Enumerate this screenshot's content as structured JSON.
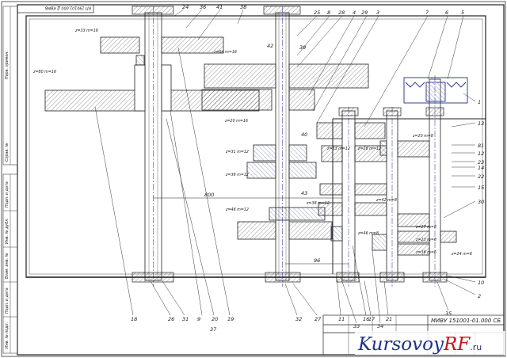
{
  "drawing": {
    "corner_stamp": "КП 190101.000 Д КВМБ",
    "title_block_code": "МИВУ 151001-01.000 СБ",
    "watermark": {
      "part1": "Kursovoy",
      "part2": "RF",
      "part3": ".ru"
    },
    "leader_numbers": [
      "24",
      "36",
      "41",
      "38",
      "25",
      "8",
      "28",
      "4",
      "29",
      "3",
      "7",
      "6",
      "5",
      "1",
      "13",
      "81",
      "12",
      "23",
      "14",
      "22",
      "15",
      "30",
      "42",
      "39",
      "40",
      "43",
      "18",
      "26",
      "31",
      "9",
      "20",
      "19",
      "37",
      "32",
      "27",
      "11",
      "33",
      "16",
      "34",
      "17",
      "21",
      "35",
      "2",
      "10"
    ],
    "gear_labels": [
      "z=33 m=16",
      "z=80 m=16",
      "z=64 m=16",
      "z=20 m=16",
      "z=31 m=12",
      "z=36 m=12",
      "z=46 m=12",
      "z=33 m=12",
      "z=28 m=12",
      "z=38 m=12",
      "z=20 m=8",
      "z=46 m=8",
      "z=42 m=8",
      "z=27 m=8",
      "z=23 m=8",
      "z=36 m=6",
      "z=24 m=6"
    ],
    "dimension_labels": [
      "800",
      "96"
    ],
    "side_notes": [
      "Перв. примен.",
      "Справ. №",
      "Подп. и дата",
      "Инв. № дубл.",
      "Взам. инв. №",
      "Подп. и дата",
      "Инв. № подл."
    ]
  }
}
